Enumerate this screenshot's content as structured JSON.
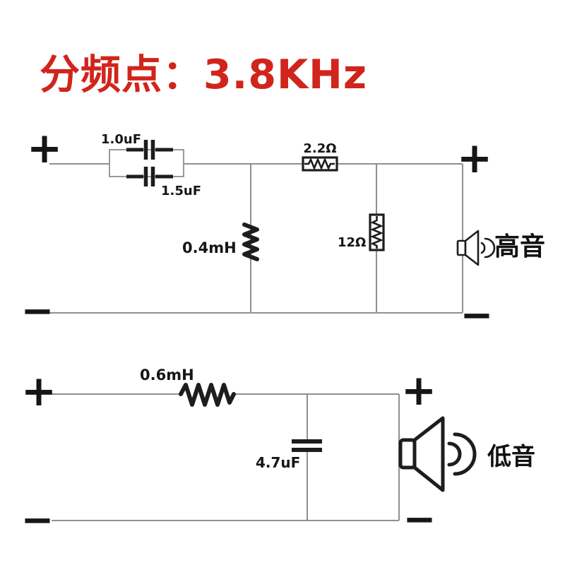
{
  "title": "分频点：3.8KHz",
  "colors": {
    "title_red": "#d0251c",
    "wire_gray": "#8f8f8f",
    "component_black": "#1d1d1b",
    "background": "#ffffff"
  },
  "high_section": {
    "input_plus": "+",
    "input_minus": "−",
    "output_plus": "+",
    "output_minus": "−",
    "capacitor_top_label": "1.0uF",
    "capacitor_bottom_label": "1.5uF",
    "shunt_inductor_label": "0.4mH",
    "series_resistor_label": "2.2Ω",
    "shunt_resistor_label": "12Ω",
    "speaker_label": "高音"
  },
  "low_section": {
    "input_plus": "+",
    "input_minus": "−",
    "output_plus": "+",
    "output_minus": "−",
    "series_inductor_label": "0.6mH",
    "shunt_capacitor_label": "4.7uF",
    "speaker_label": "低音"
  }
}
